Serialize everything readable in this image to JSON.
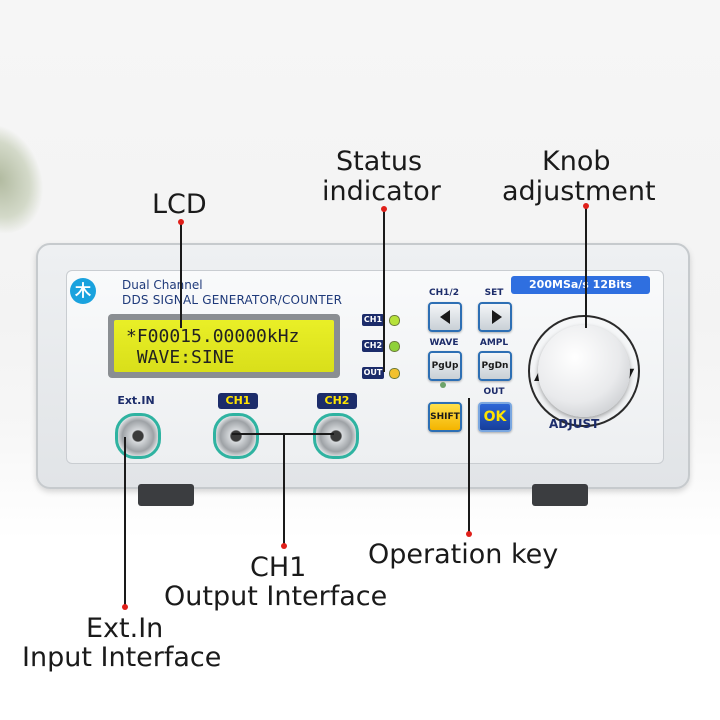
{
  "callouts": {
    "lcd": "LCD",
    "status_line1": "Status",
    "status_line2": "indicator",
    "knob_line1": "Knob",
    "knob_line2": "adjustment",
    "operation": "Operation key",
    "ch1_line1": "CH1",
    "ch1_line2": "Output Interface",
    "extin_line1": "Ext.In",
    "extin_line2": "Input Interface"
  },
  "device": {
    "logo_icon": "tree-logo-icon",
    "brand_line1": "Dual Channel",
    "brand_line2": "DDS SIGNAL GENERATOR/COUNTER",
    "spec_badge": "200MSa/s  12Bits",
    "lcd_line1": "*F00015.00000kHz",
    "lcd_line2": " WAVE:SINE",
    "indicators": [
      {
        "label": "CH1",
        "color": "#b6e23a"
      },
      {
        "label": "CH2",
        "color": "#8fd13a"
      },
      {
        "label": "OUT",
        "color": "#f2c12e"
      }
    ],
    "keys": {
      "ch12_label": "CH1/2",
      "set_label": "SET",
      "wave_label": "WAVE",
      "ampl_label": "AMPL",
      "pgup": "PgUp",
      "pgdn": "PgDn",
      "out_label": "OUT",
      "shift": "SHIFT",
      "ok": "OK"
    },
    "knob_label": "ADJUST",
    "ports": {
      "extin": "Ext.IN",
      "ch1": "CH1",
      "ch2": "CH2"
    }
  }
}
